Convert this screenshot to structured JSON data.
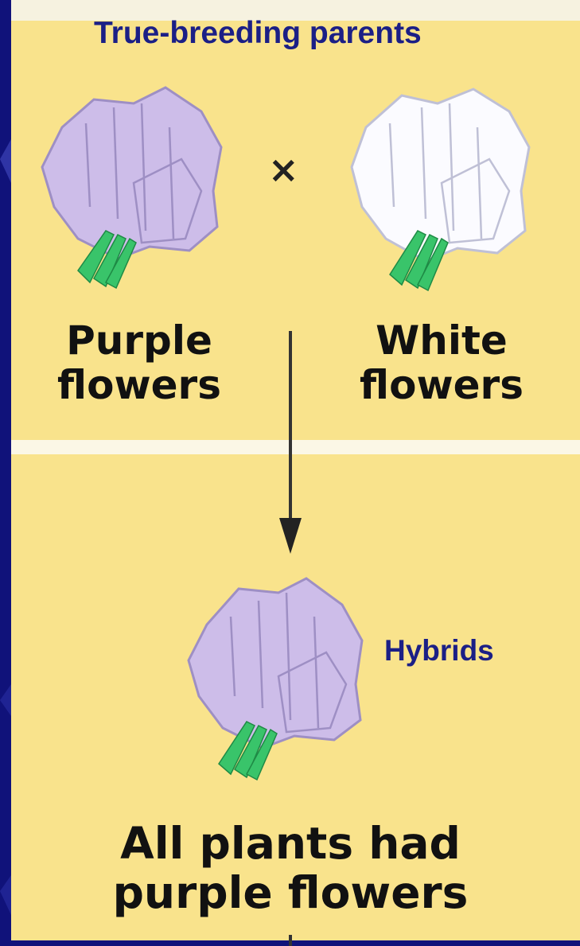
{
  "title": "True-breeding parents",
  "cross_symbol": "×",
  "parents": {
    "left": {
      "line1": "Purple",
      "line2": "flowers",
      "petal_color": "#cdbde9",
      "outline_color": "#9e8fc4"
    },
    "right": {
      "line1": "White",
      "line2": "flowers",
      "petal_color": "#fbfbff",
      "outline_color": "#bfc0d6"
    }
  },
  "hybrids": {
    "label": "Hybrids",
    "petal_color": "#cdbde9",
    "outline_color": "#9e8fc4"
  },
  "result": {
    "line1": "All plants had",
    "line2": "purple flowers"
  },
  "colors": {
    "background": "#10127a",
    "panel": "#f9e38c",
    "label_blue": "#1b1f86",
    "leaf_green": "#39c46a"
  }
}
